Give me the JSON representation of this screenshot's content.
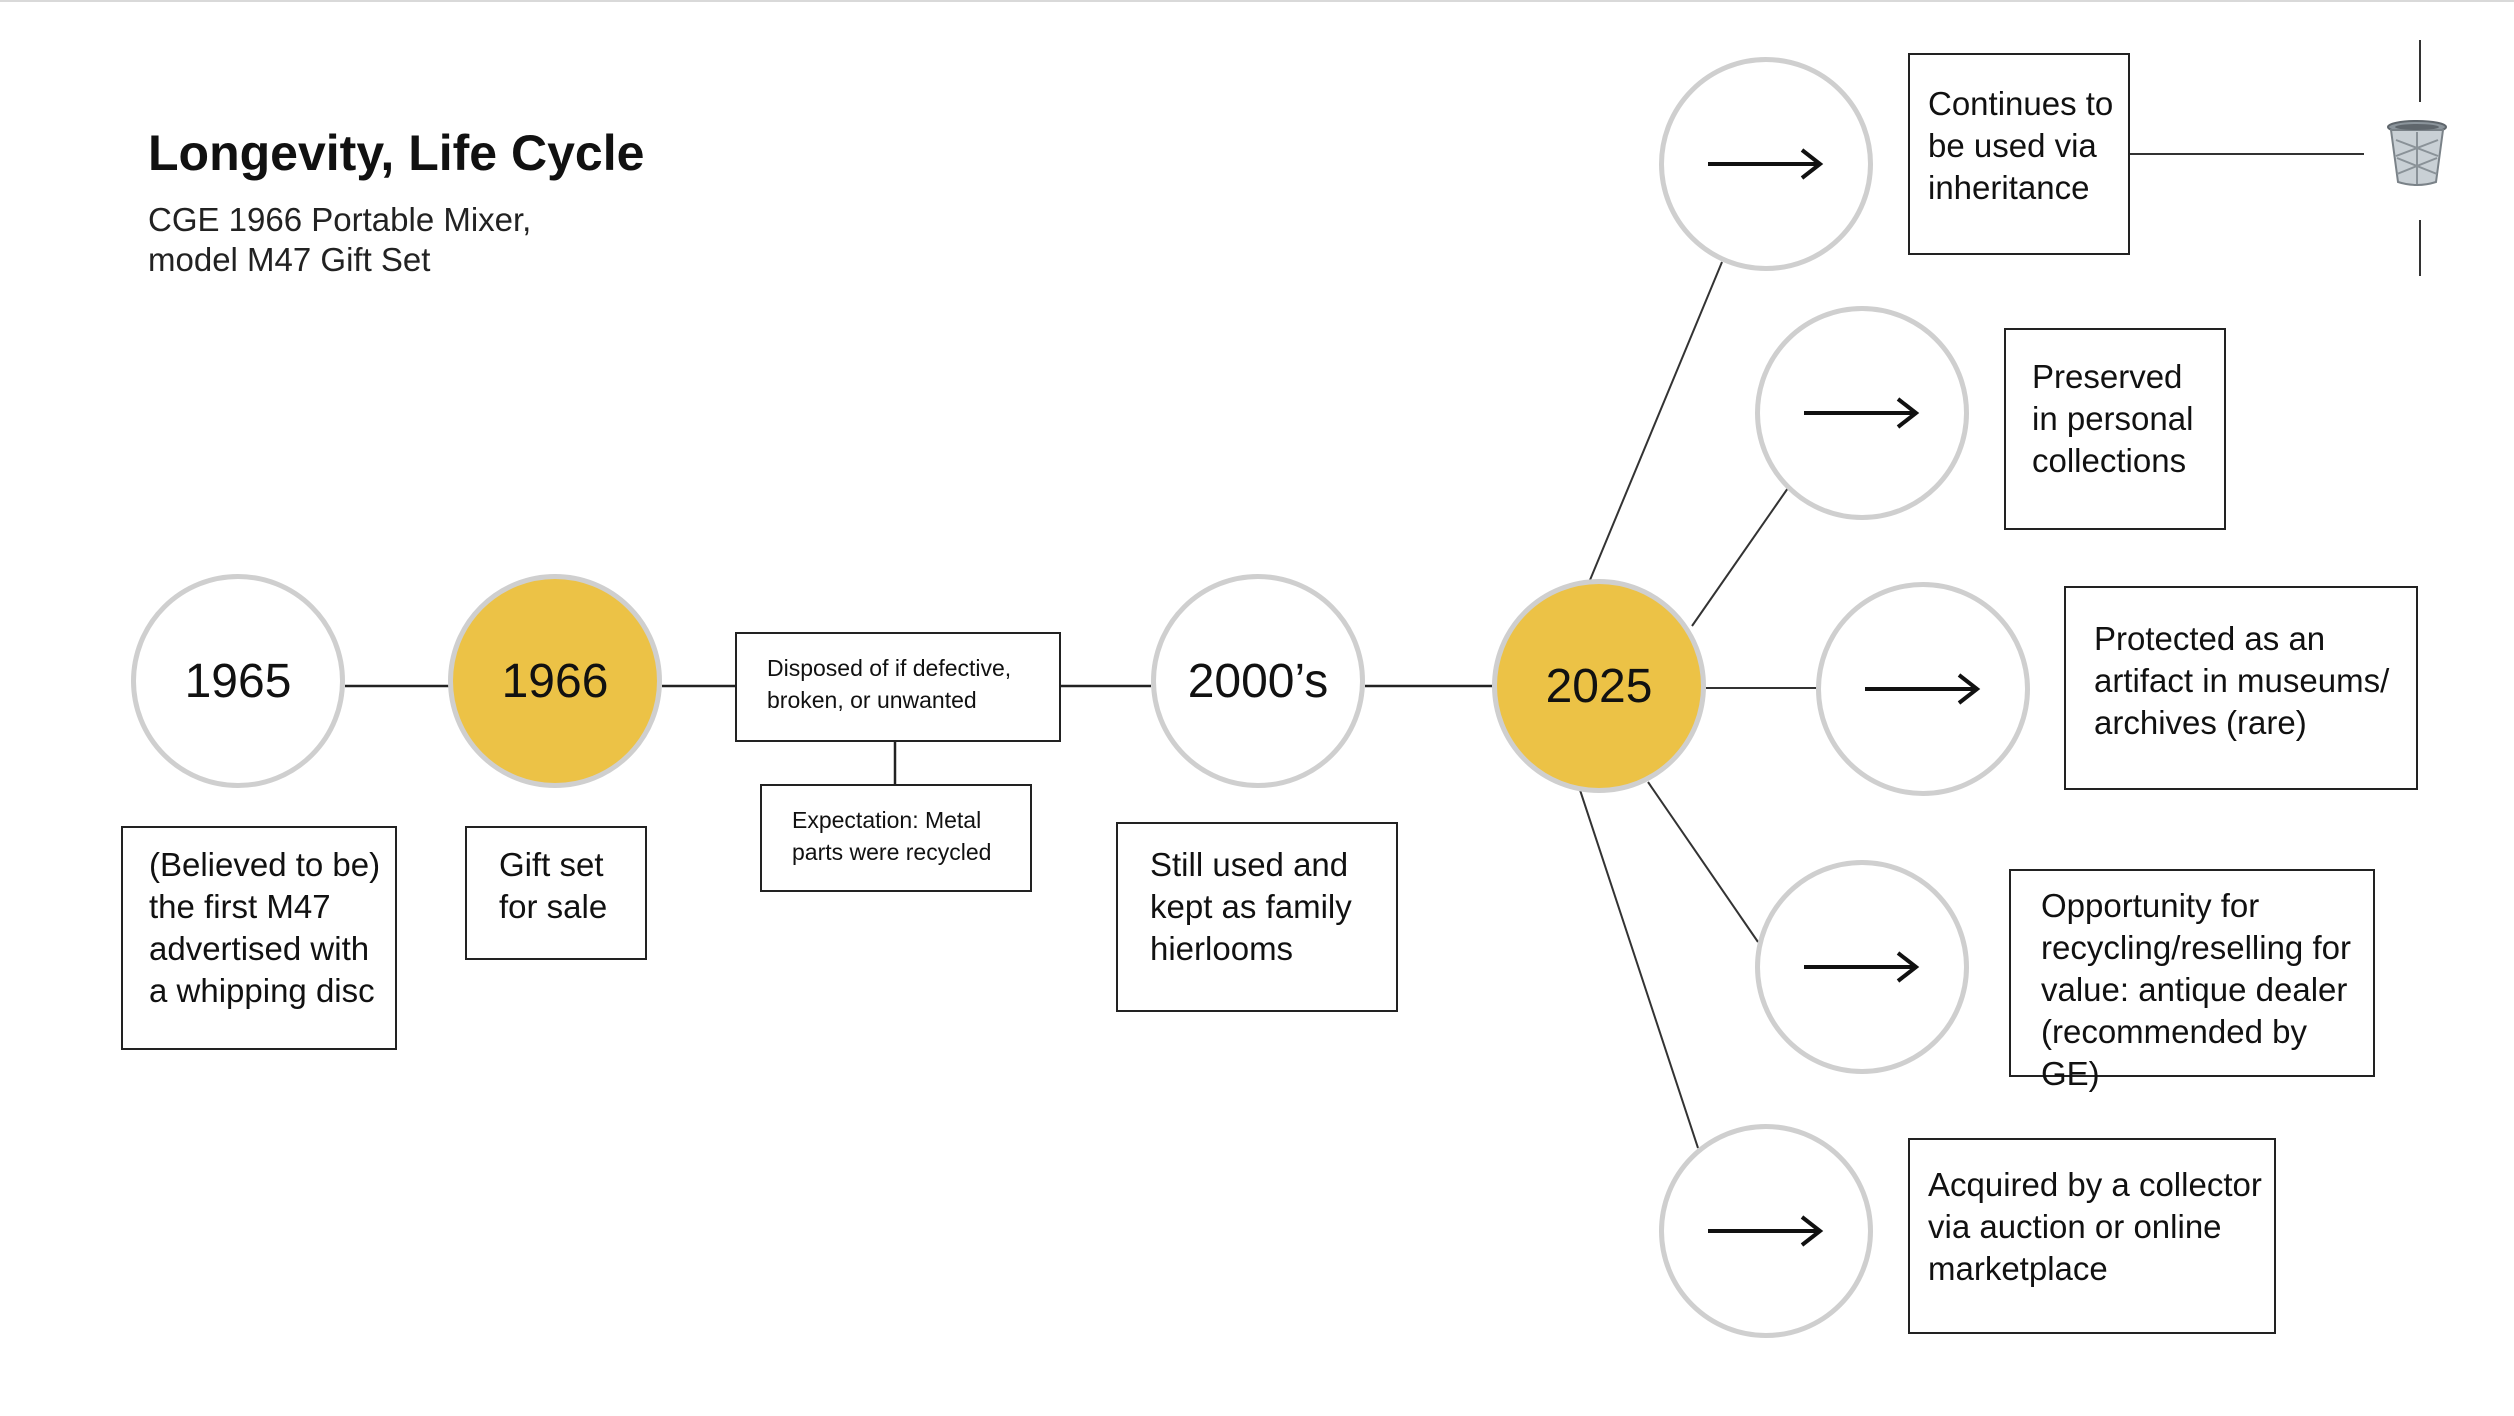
{
  "header": {
    "title": "Longevity, Life Cycle",
    "subtitle_line1": "CGE 1966 Portable Mixer,",
    "subtitle_line2": "model M47 Gift Set"
  },
  "colors": {
    "highlight": "#ecc246",
    "circle_border": "#cfcfcf",
    "line": "#222222"
  },
  "timeline": {
    "nodes": [
      {
        "label": "1965",
        "highlight": false
      },
      {
        "label": "1966",
        "highlight": true
      },
      {
        "label": "2000’s",
        "highlight": false
      },
      {
        "label": "2025",
        "highlight": true
      }
    ],
    "notes": [
      {
        "lines": [
          "(Believed to be)",
          "the first M47",
          "advertised with",
          "a whipping disc"
        ]
      },
      {
        "lines": [
          "Gift set",
          "for sale"
        ]
      },
      {
        "lines": [
          "Disposed of if defective,",
          "broken, or unwanted"
        ]
      },
      {
        "lines": [
          "Expectation: Metal",
          "parts were recycled"
        ]
      },
      {
        "lines": [
          "Still used and",
          "kept as family",
          "hierlooms"
        ]
      }
    ]
  },
  "outcomes": [
    {
      "icon": "arrow-right-icon",
      "lines": [
        "Continues to",
        "be used via",
        "inheritance"
      ]
    },
    {
      "icon": "arrow-right-icon",
      "lines": [
        "Preserved",
        "in personal",
        "collections"
      ]
    },
    {
      "icon": "arrow-right-icon",
      "lines": [
        "Protected as an",
        "artifact in museums/",
        "archives (rare)"
      ]
    },
    {
      "icon": "arrow-right-icon",
      "lines": [
        "Opportunity for",
        "recycling/reselling for",
        "value: antique dealer",
        "(recommended by GE)"
      ]
    },
    {
      "icon": "arrow-right-icon",
      "lines": [
        "Acquired by a collector",
        "via auction or online",
        "marketplace"
      ]
    }
  ],
  "end_icon": "trash-bin-icon"
}
